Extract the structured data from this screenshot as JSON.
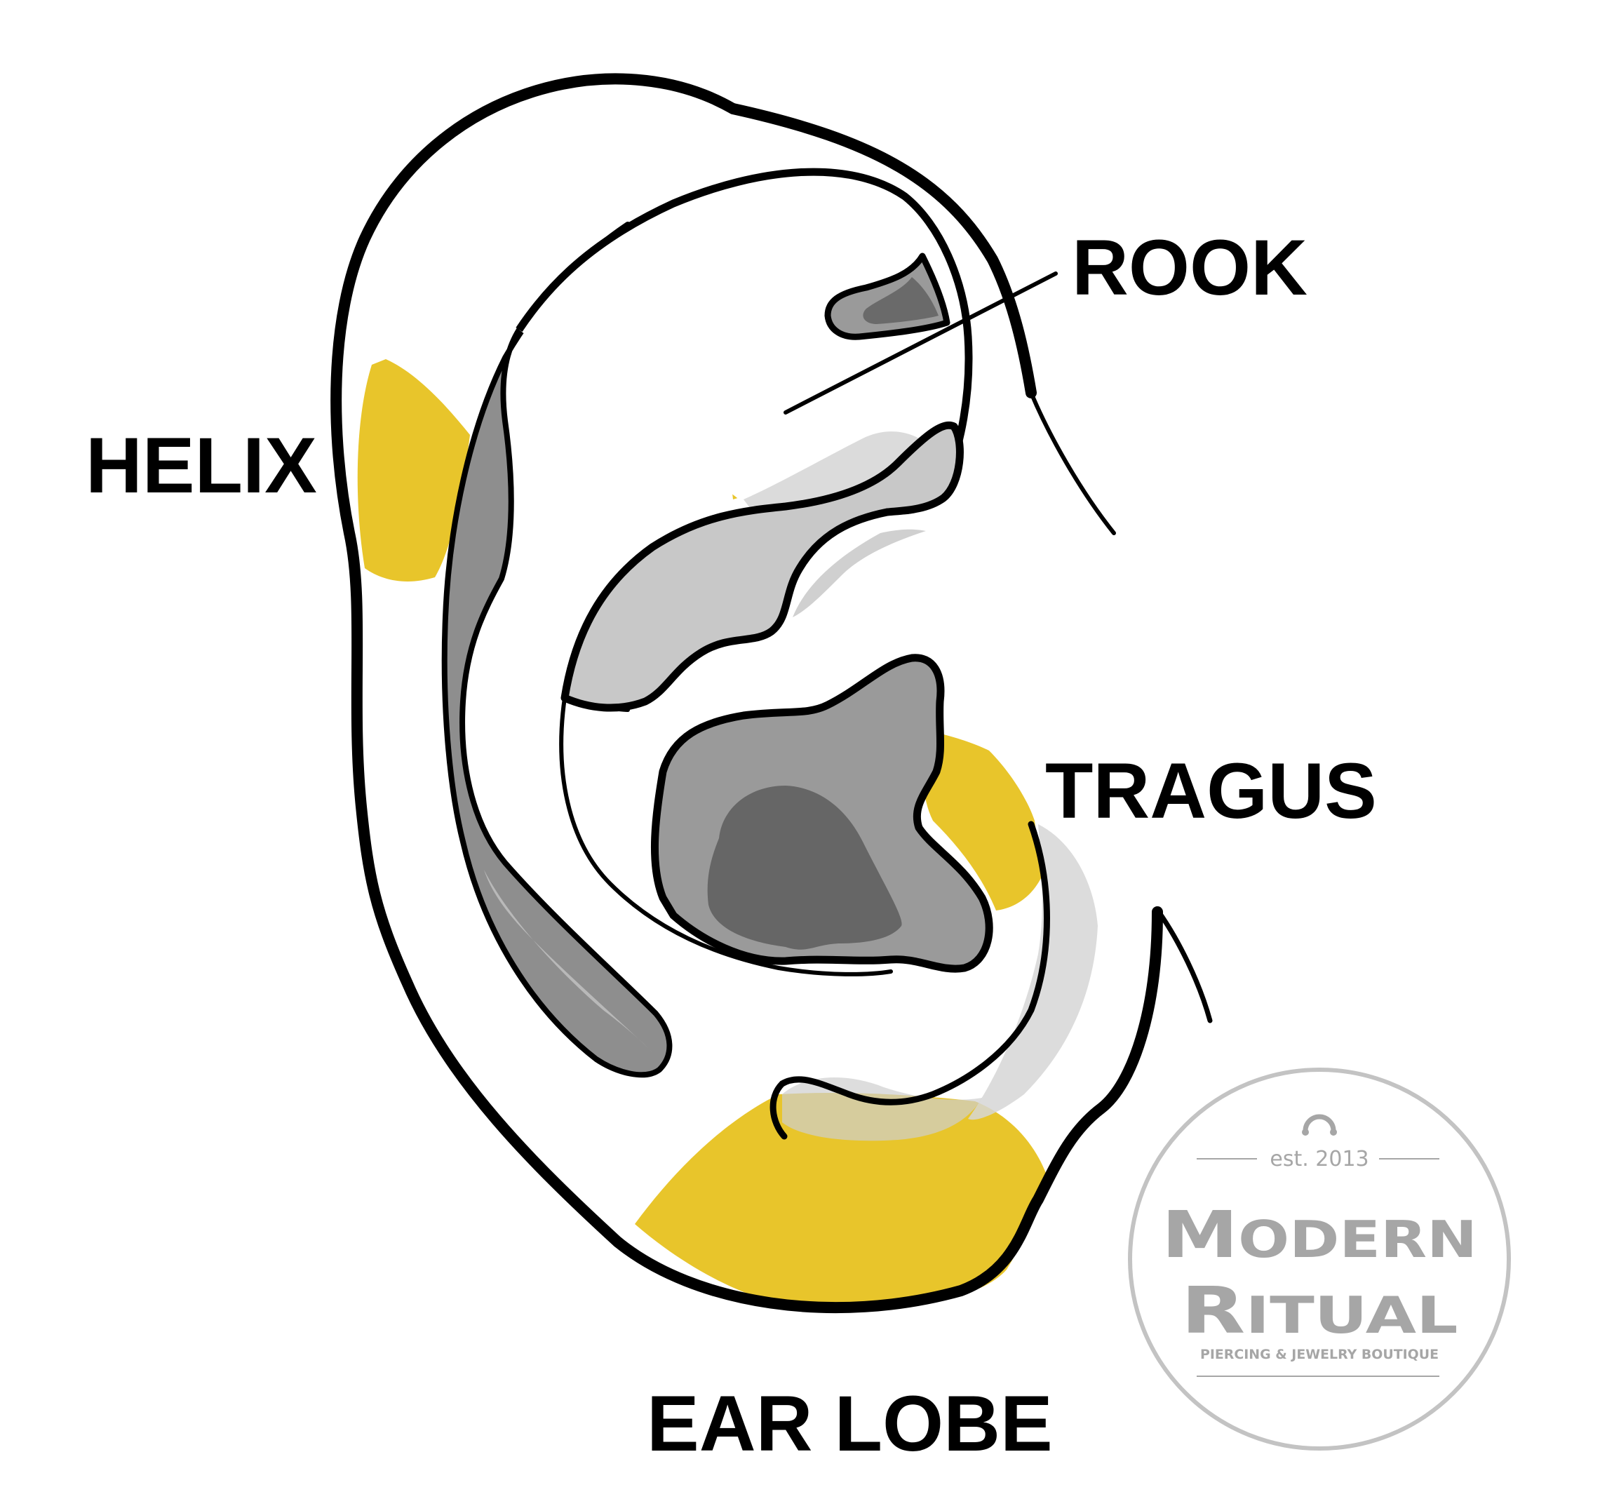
{
  "labels": {
    "helix": "HELIX",
    "rook": "ROOK",
    "tragus": "TRAGUS",
    "ear_lobe": "EAR LOBE"
  },
  "logo": {
    "est": "est. 2013",
    "line1_initial": "M",
    "line1_rest": "ODERN",
    "line2_initial": "R",
    "line2_rest": "ITUAL",
    "tagline": "PIERCING & JEWELRY BOUTIQUE",
    "icon": "ring-icon"
  },
  "colors": {
    "highlight": "#e8c52b",
    "outline": "#000000",
    "shade_light": "#c8c8c8",
    "shade_mid": "#9a9a9a",
    "shade_dark": "#666666",
    "logo_gray": "#a6a6a6"
  }
}
